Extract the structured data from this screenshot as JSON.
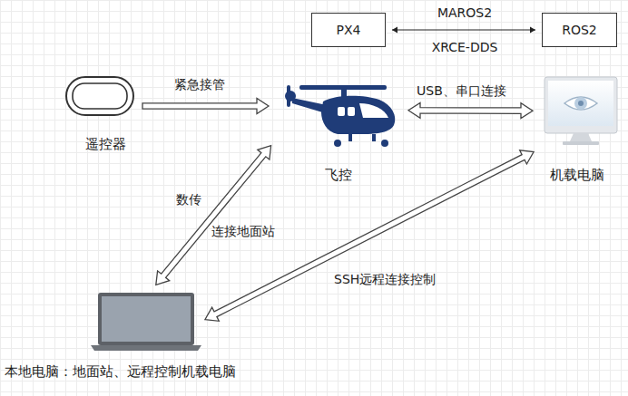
{
  "diagram": {
    "nodes": [
      {
        "text": [
          "PX4"
        ]
      },
      {
        "text": [
          "ROS2"
        ]
      },
      {
        "text": [
          "遥控器"
        ]
      },
      {
        "text": [
          "飞控"
        ]
      },
      {
        "text": [
          "机载电脑"
        ]
      },
      {
        "text": [
          "本地电脑：地面站、远程控制机载电脑"
        ]
      }
    ],
    "edges": [
      {
        "from": 0,
        "to": 1,
        "arrow": "both",
        "label": "MAROS2"
      },
      {
        "from": 2,
        "to": 3,
        "arrow": "to",
        "label": "紧急接管"
      },
      {
        "from": 3,
        "to": 4,
        "arrow": "both",
        "label": "USB、串口连接"
      },
      {
        "from": 5,
        "to": 3,
        "arrow": "both",
        "label": "数传"
      },
      {
        "from": 5,
        "to": 4,
        "arrow": "both",
        "label": "SSH远程连接控制"
      }
    ],
    "labels": [
      "XRCE-DDS",
      "连接地面站"
    ]
  }
}
